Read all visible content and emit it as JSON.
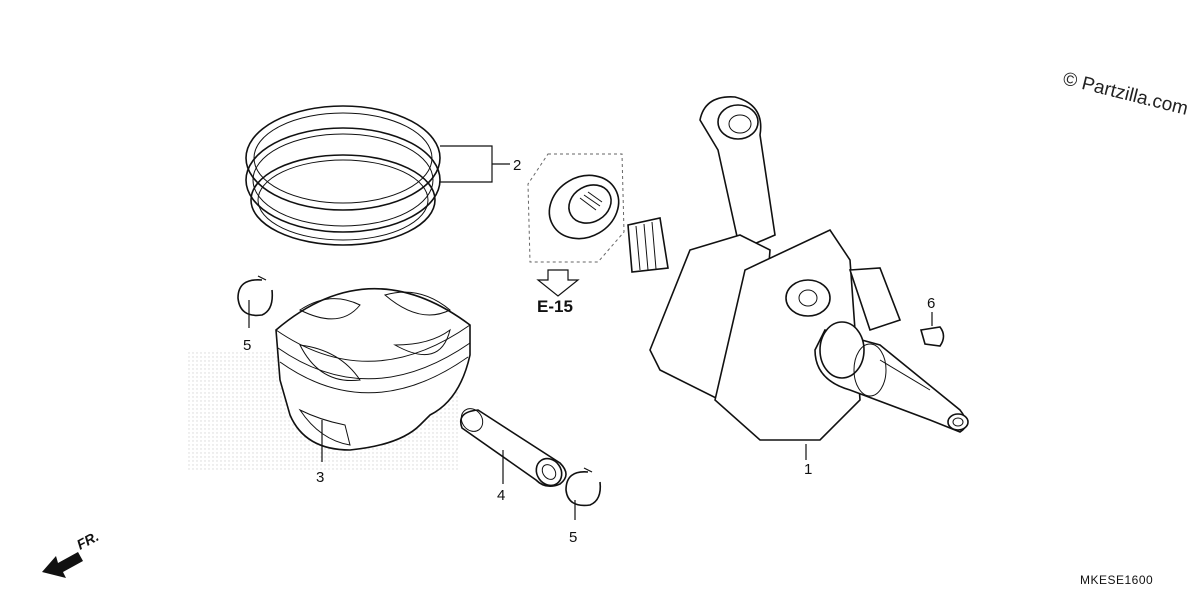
{
  "watermark": "© Partzilla.com",
  "diagram_code": "MKESE1600",
  "direction_label": "FR.",
  "reference": {
    "label": "E-15"
  },
  "callouts": [
    {
      "id": "crankshaft",
      "number": "1"
    },
    {
      "id": "piston-ring-set",
      "number": "2"
    },
    {
      "id": "piston",
      "number": "3"
    },
    {
      "id": "piston-pin",
      "number": "4"
    },
    {
      "id": "pin-clip-left",
      "number": "5"
    },
    {
      "id": "pin-clip-right",
      "number": "5"
    },
    {
      "id": "woodruff-key",
      "number": "6"
    }
  ]
}
